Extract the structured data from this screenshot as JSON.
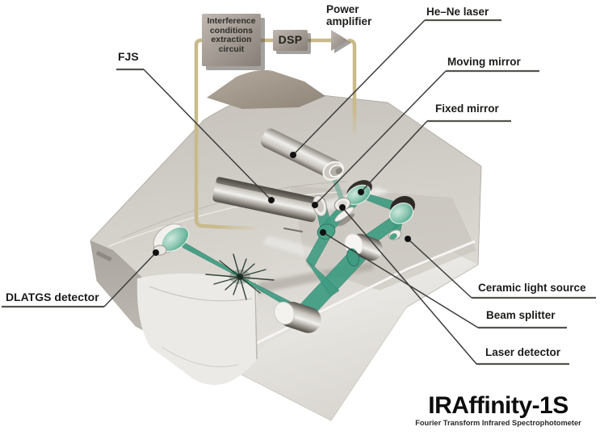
{
  "product": {
    "name": "IRAffinity-1S",
    "subtitle": "Fourier Transform Infrared Spectrophotometer"
  },
  "schematic": {
    "extraction_box_lines": [
      "Interference",
      "conditions",
      "extraction",
      "circuit"
    ],
    "dsp_label": "DSP",
    "power_amp_lines": [
      "Power",
      "amplifier"
    ]
  },
  "component_labels": {
    "fjs": "FJS",
    "he_ne_laser": "He–Ne laser",
    "moving_mirror": "Moving mirror",
    "fixed_mirror": "Fixed mirror",
    "ceramic_light_source": "Ceramic light source",
    "beam_splitter": "Beam splitter",
    "laser_detector": "Laser detector",
    "dlatgs_detector": "DLATGS detector"
  },
  "colors": {
    "beam_teal": "#3f9c82",
    "circuit_line_tan": "#c9ba8b",
    "label_text": "#1c1c1a",
    "machine_gray": "#d6d2cc",
    "schematic_box_gray": "#a49c93"
  }
}
